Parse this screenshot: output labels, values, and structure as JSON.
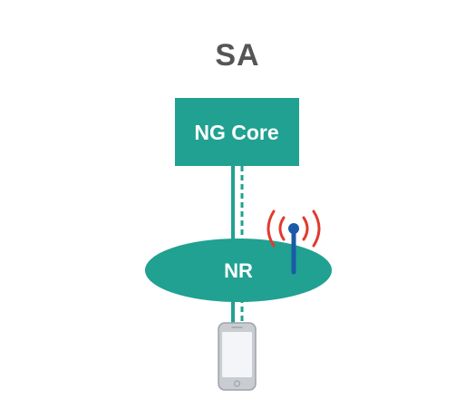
{
  "diagram": {
    "title": "SA",
    "core_label": "NG Core",
    "radio_label": "NR"
  },
  "colors": {
    "teal": "#20a191",
    "title_text": "#555555",
    "white": "#ffffff",
    "antenna_blue": "#1b5aa6",
    "signal_red": "#e23a2f",
    "phone_body": "#c9ccd1",
    "phone_screen": "#f3f5f8"
  },
  "icons": {
    "antenna": "cell-tower-icon",
    "phone": "smartphone-icon"
  }
}
